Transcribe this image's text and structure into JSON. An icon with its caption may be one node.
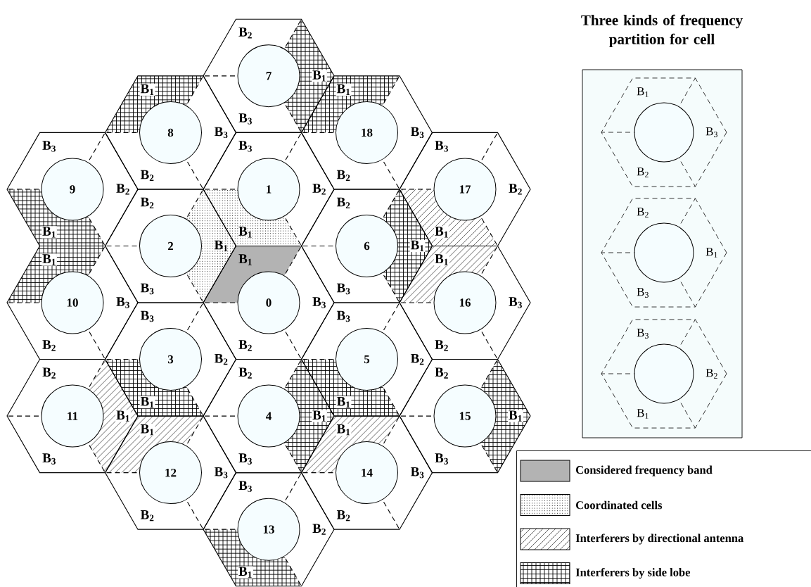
{
  "diagram": {
    "nodes": [
      {
        "text": [
          "B$_{1}$",
          "B$_{3}$",
          "B$_{2}$"
        ]
      },
      {
        "text": [
          "0"
        ],
        "in": 0
      },
      {
        "text": [
          "B$_{3}$",
          "B$_{2}$",
          "B$_{1}$"
        ]
      },
      {
        "text": [
          "1"
        ],
        "in": 2
      },
      {
        "text": [
          "B$_{2}$",
          "B$_{1}$",
          "B$_{3}$"
        ]
      },
      {
        "text": [
          "2"
        ],
        "in": 4
      },
      {
        "text": [
          "B$_{3}$",
          "B$_{2}$",
          "B$_{1}$"
        ]
      },
      {
        "text": [
          "3"
        ],
        "in": 6
      },
      {
        "text": [
          "B$_{2}$",
          "B$_{1}$",
          "B$_{3}$"
        ]
      },
      {
        "text": [
          "4"
        ],
        "in": 8
      },
      {
        "text": [
          "B$_{3}$",
          "B$_{2}$",
          "B$_{1}$"
        ]
      },
      {
        "text": [
          "5"
        ],
        "in": 10
      },
      {
        "text": [
          "B$_{2}$",
          "B$_{1}$",
          "B$_{3}$"
        ]
      },
      {
        "text": [
          "6"
        ],
        "in": 12
      },
      {
        "text": [
          "B$_{2}$",
          "B$_{1}$",
          "B$_{3}$"
        ]
      },
      {
        "text": [
          "7"
        ],
        "in": 14
      },
      {
        "text": [
          "B$_{1}$",
          "B$_{3}$",
          "B$_{2}$"
        ]
      },
      {
        "text": [
          "8"
        ],
        "in": 16
      },
      {
        "text": [
          "B$_{3}$",
          "B$_{2}$",
          "B$_{1}$"
        ]
      },
      {
        "text": [
          "9"
        ],
        "in": 18
      },
      {
        "text": [
          "B$_{1}$",
          "B$_{3}$",
          "B$_{2}$"
        ]
      },
      {
        "text": [
          "10"
        ],
        "in": 20
      },
      {
        "text": [
          "B$_{2}$",
          "B$_{1}$",
          "B$_{3}$"
        ]
      },
      {
        "text": [
          "11"
        ],
        "in": 22
      },
      {
        "text": [
          "B$_{1}$",
          "B$_{3}$",
          "B$_{2}$"
        ]
      },
      {
        "text": [
          "12"
        ],
        "in": 24
      },
      {
        "text": [
          "B$_{3}$",
          "B$_{2}$",
          "B$_{1}$"
        ]
      },
      {
        "text": [
          "13"
        ],
        "in": 26
      },
      {
        "text": [
          "B$_{1}$",
          "B$_{3}$",
          "B$_{2}$"
        ]
      },
      {
        "text": [
          "14"
        ],
        "in": 28
      },
      {
        "text": [
          "B$_{2}$",
          "B$_{1}$",
          "B$_{3}$"
        ]
      },
      {
        "text": [
          "15"
        ],
        "in": 30
      },
      {
        "text": [
          "B$_{1}$",
          "B$_{3}$",
          "B$_{2}$"
        ]
      },
      {
        "text": [
          "16"
        ],
        "in": 32
      },
      {
        "text": [
          "B$_{3}$",
          "B$_{2}$",
          "B$_{1}$"
        ]
      },
      {
        "text": [
          "17"
        ],
        "in": 34
      },
      {
        "text": [
          "B$_{1}$",
          "B$_{3}$",
          "B$_{2}$"
        ]
      },
      {
        "text": [
          "18"
        ],
        "in": 36
      },
      {
        "text": [
          "Three kinds of frequency partition for cell"
        ]
      },
      {
        "text": [
          "B$_{1}$",
          "B$_{3}$",
          "B$_{2}$"
        ],
        "in": 38
      },
      {
        "text": [],
        "shape": "circle",
        "in": 39
      },
      {
        "text": [
          "B$_{2}$",
          "B$_{1}$",
          "B$_{3}$"
        ],
        "in": 38
      },
      {
        "text": [],
        "shape": "circle",
        "in": 41
      },
      {
        "text": [
          "B$_{3}$",
          "B$_{2}$",
          "B$_{1}$"
        ],
        "in": 38
      },
      {
        "text": [],
        "shape": "circle",
        "in": 43
      }
    ],
    "legend": [
      {
        "text": "Considered frequency band",
        "color": "#b3b3b3"
      },
      {
        "text": "Coordinated cells"
      },
      {
        "text": "Interferers by directional antenna"
      },
      {
        "text": "Interferers by side lobe"
      }
    ]
  }
}
